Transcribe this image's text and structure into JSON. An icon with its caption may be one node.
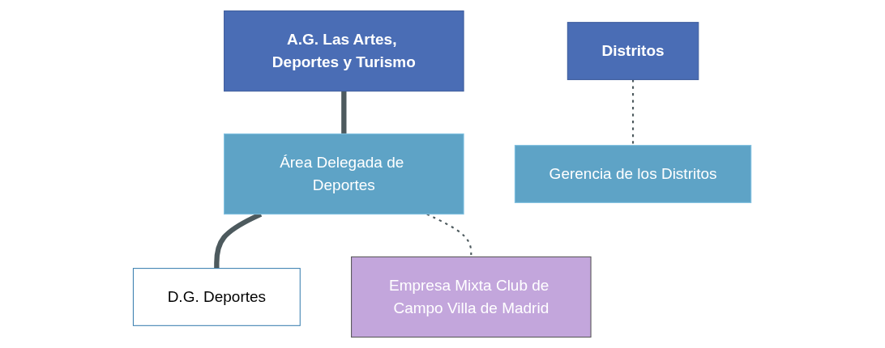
{
  "diagram": {
    "nodes": [
      {
        "text": [
          "A.G. Las Artes, Deportes y Turismo"
        ]
      },
      {
        "text": [
          "Área Delegada de Deportes"
        ]
      },
      {
        "text": [
          "Empresa Mixta Club de Campo Villa de Madrid"
        ]
      },
      {
        "text": [
          "D.G. Deportes"
        ]
      },
      {
        "text": [
          "Distritos"
        ]
      },
      {
        "text": [
          "Gerencia de los Distritos"
        ]
      }
    ],
    "edges": [
      {
        "from": 0,
        "to": 1,
        "arrow": "none",
        "style": "thick"
      },
      {
        "from": 1,
        "to": 3,
        "arrow": "none",
        "style": "thick"
      },
      {
        "from": 1,
        "to": 2,
        "arrow": "none",
        "style": "dashed"
      },
      {
        "from": 4,
        "to": 5,
        "arrow": "none",
        "style": "dashed"
      }
    ]
  }
}
